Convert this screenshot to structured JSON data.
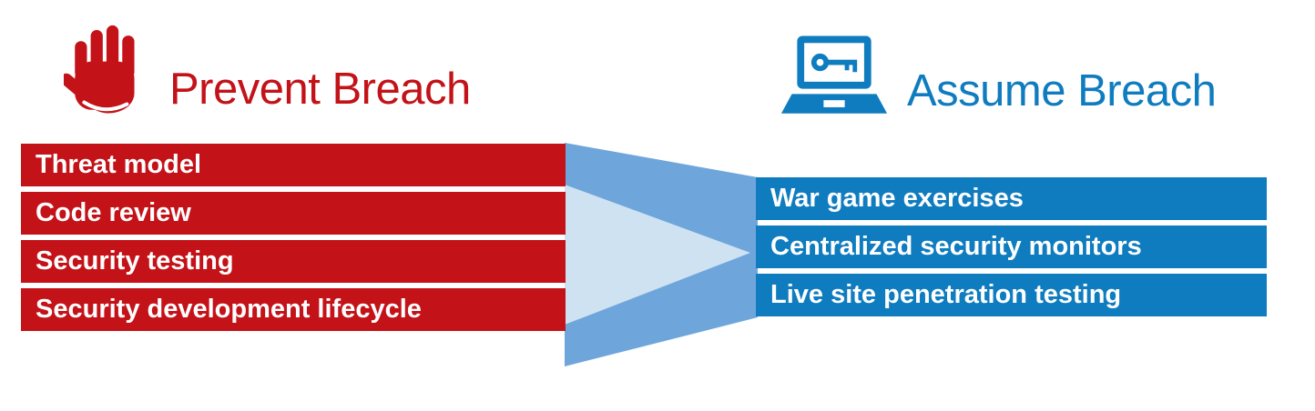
{
  "diagram": {
    "left": {
      "title": "Prevent Breach",
      "color": "#c31218",
      "icon": "stop-hand-icon",
      "items": [
        "Threat model",
        "Code review",
        "Security testing",
        "Security development lifecycle"
      ]
    },
    "right": {
      "title": "Assume Breach",
      "color": "#0f7cbf",
      "icon": "laptop-key-icon",
      "items": [
        "War game exercises",
        "Centralized security monitors",
        "Live site penetration testing"
      ]
    },
    "arrow": {
      "band_color": "#6ea6db",
      "inner_color": "#cfe2f2"
    }
  }
}
